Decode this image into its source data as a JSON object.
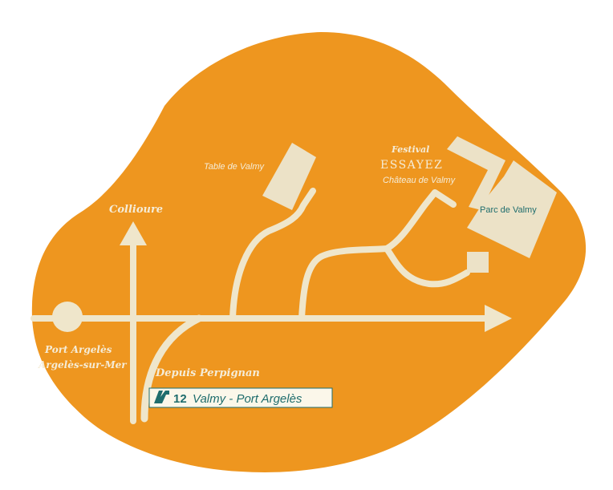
{
  "colors": {
    "land": "#ee961f",
    "road": "#efe6cb",
    "building": "#ece2c7",
    "accent_text": "#1f6d6d",
    "label": "#f5ecd7"
  },
  "labels": {
    "collioure": "Collioure",
    "table_de_valmy": "Table de Valmy",
    "festival": "Festival",
    "essayez": "ESSAYEZ",
    "chateau_de_valmy": "Château de Valmy",
    "parc_de_valmy": "Parc de Valmy",
    "port_argeles": "Port Argelès",
    "argeles_sur_mer": "Argelès-sur-Mer",
    "depuis_perpignan": "Depuis Perpignan"
  },
  "exit_sign": {
    "icon": "exit-ramp-icon",
    "number": "12",
    "text": "Valmy - Port Argelès"
  }
}
